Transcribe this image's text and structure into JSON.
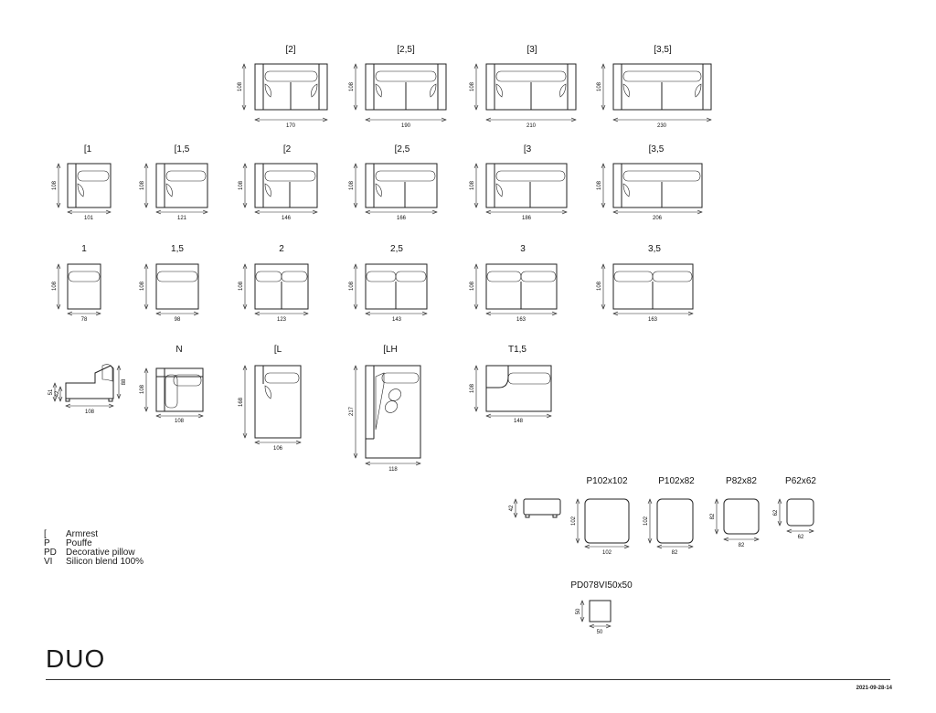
{
  "title": "DUO",
  "date": "2021-09-28-14",
  "legend": [
    {
      "code": "[",
      "text": "Armrest"
    },
    {
      "code": "P",
      "text": "Pouffe"
    },
    {
      "code": "PD",
      "text": "Decorative pillow"
    },
    {
      "code": "VI",
      "text": "Silicon blend 100%"
    }
  ],
  "rows": {
    "double_arm": {
      "depth": "108",
      "items": [
        {
          "label": "[2]",
          "width": "170"
        },
        {
          "label": "[2,5]",
          "width": "190"
        },
        {
          "label": "[3]",
          "width": "210"
        },
        {
          "label": "[3,5]",
          "width": "230"
        }
      ]
    },
    "single_arm": {
      "depth": "108",
      "items": [
        {
          "label": "[1",
          "width": "101"
        },
        {
          "label": "[1,5",
          "width": "121"
        },
        {
          "label": "[2",
          "width": "146"
        },
        {
          "label": "[2,5",
          "width": "166"
        },
        {
          "label": "[3",
          "width": "186"
        },
        {
          "label": "[3,5",
          "width": "206"
        }
      ]
    },
    "no_arm": {
      "depth": "108",
      "items": [
        {
          "label": "1",
          "width": "78"
        },
        {
          "label": "1,5",
          "width": "98"
        },
        {
          "label": "2",
          "width": "123"
        },
        {
          "label": "2,5",
          "width": "143"
        },
        {
          "label": "3",
          "width": "163"
        },
        {
          "label": "3,5",
          "width": "163"
        }
      ]
    }
  },
  "side_view": {
    "height": "88",
    "seat_height": "51",
    "seat_offset": "42",
    "depth": "108"
  },
  "corner_units": [
    {
      "label": "N",
      "depth": "108",
      "width": "108"
    },
    {
      "label": "[L",
      "depth": "168",
      "width": "106"
    },
    {
      "label": "[LH",
      "depth": "217",
      "width": "118"
    },
    {
      "label": "T1,5",
      "depth": "108",
      "width": "148"
    }
  ],
  "pouffe_side": {
    "height": "42"
  },
  "pouffes": [
    {
      "label": "P102x102",
      "depth": "102",
      "width": "102"
    },
    {
      "label": "P102x82",
      "depth": "102",
      "width": "82"
    },
    {
      "label": "P82x82",
      "depth": "82",
      "width": "82"
    },
    {
      "label": "P62x62",
      "depth": "62",
      "width": "62"
    }
  ],
  "pillow": {
    "label": "PD078VI50x50",
    "depth": "50",
    "width": "50"
  }
}
